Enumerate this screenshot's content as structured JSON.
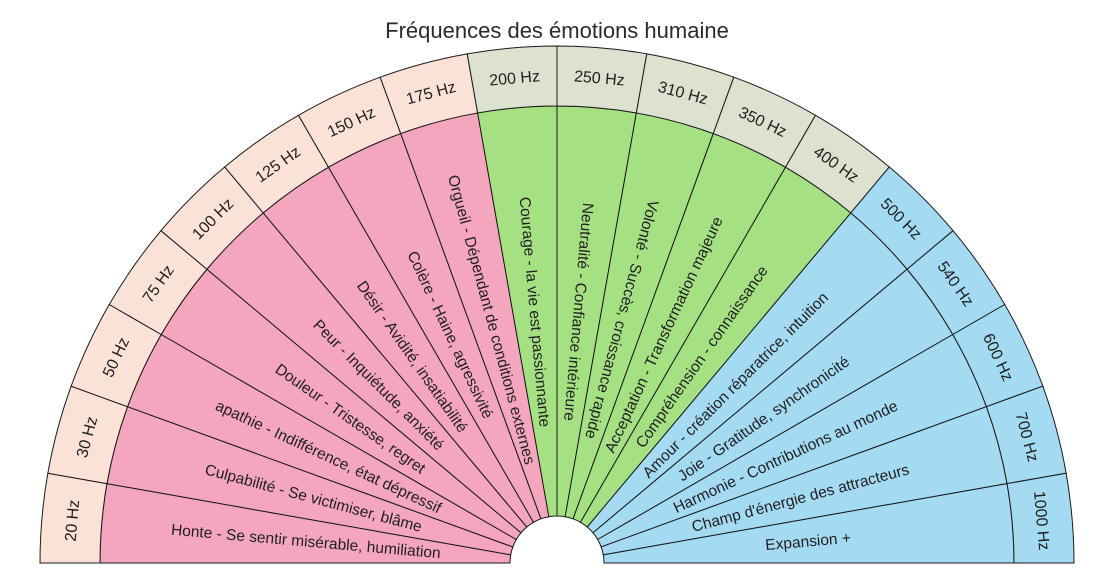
{
  "page": {
    "background": "#ffffff"
  },
  "chart_data": {
    "type": "pie",
    "variant": "semicircle-fan",
    "title": "Fréquences des émotions humaine",
    "unit": "Hz",
    "legend": false,
    "grid": false,
    "stroke_color": "#1a1a1a",
    "text_color": "#1f1f1f",
    "groups": {
      "low": {
        "wedge_color": "#f4a6be",
        "band_color": "#fbe2d7"
      },
      "mid": {
        "wedge_color": "#a5e182",
        "band_color": "#dce1d0"
      },
      "high": {
        "wedge_color": "#a5daf3",
        "band_color": "#a5daf3"
      }
    },
    "segments": [
      {
        "frequency": "20 Hz",
        "frequency_hz": 20,
        "emotion": "Honte - Se sentir misérable, humiliation",
        "group": "low"
      },
      {
        "frequency": "30 Hz",
        "frequency_hz": 30,
        "emotion": "Culpabilité - Se victimiser, blâme",
        "group": "low"
      },
      {
        "frequency": "50 Hz",
        "frequency_hz": 50,
        "emotion": "apathie - Indifférence, état dépressif",
        "group": "low"
      },
      {
        "frequency": "75 Hz",
        "frequency_hz": 75,
        "emotion": "Douleur - Tristesse, regret",
        "group": "low"
      },
      {
        "frequency": "100 Hz",
        "frequency_hz": 100,
        "emotion": "Peur - Inquiétude, anxiété",
        "group": "low"
      },
      {
        "frequency": "125 Hz",
        "frequency_hz": 125,
        "emotion": "Désir - Avidité, insatiabilité",
        "group": "low"
      },
      {
        "frequency": "150 Hz",
        "frequency_hz": 150,
        "emotion": "Colère - Haine, agressivité",
        "group": "low"
      },
      {
        "frequency": "175 Hz",
        "frequency_hz": 175,
        "emotion": "Orgueil - Dépendant de conditions externes",
        "group": "low"
      },
      {
        "frequency": "200 Hz",
        "frequency_hz": 200,
        "emotion": "Courage - la vie est passionnante",
        "group": "mid"
      },
      {
        "frequency": "250 Hz",
        "frequency_hz": 250,
        "emotion": "Neutralité - Confiance intérieure",
        "group": "mid"
      },
      {
        "frequency": "310 Hz",
        "frequency_hz": 310,
        "emotion": "Volonté - Succès, croissance rapide",
        "group": "mid"
      },
      {
        "frequency": "350 Hz",
        "frequency_hz": 350,
        "emotion": "Acceptation - Transformation majeure",
        "group": "mid"
      },
      {
        "frequency": "400 Hz",
        "frequency_hz": 400,
        "emotion": "Compréhension - connaissance",
        "group": "mid"
      },
      {
        "frequency": "500 Hz",
        "frequency_hz": 500,
        "emotion": "Amour - création réparatrice, intuition",
        "group": "high"
      },
      {
        "frequency": "540 Hz",
        "frequency_hz": 540,
        "emotion": "Joie - Gratitude, synchronicité",
        "group": "high"
      },
      {
        "frequency": "600 Hz",
        "frequency_hz": 600,
        "emotion": "Harmonie - Contributions au monde",
        "group": "high"
      },
      {
        "frequency": "700 Hz",
        "frequency_hz": 700,
        "emotion": "Champ d'énergie des attracteurs",
        "group": "high"
      },
      {
        "frequency": "1000 Hz",
        "frequency_hz": 1000,
        "emotion": "Expansion +",
        "group": "high"
      }
    ]
  }
}
